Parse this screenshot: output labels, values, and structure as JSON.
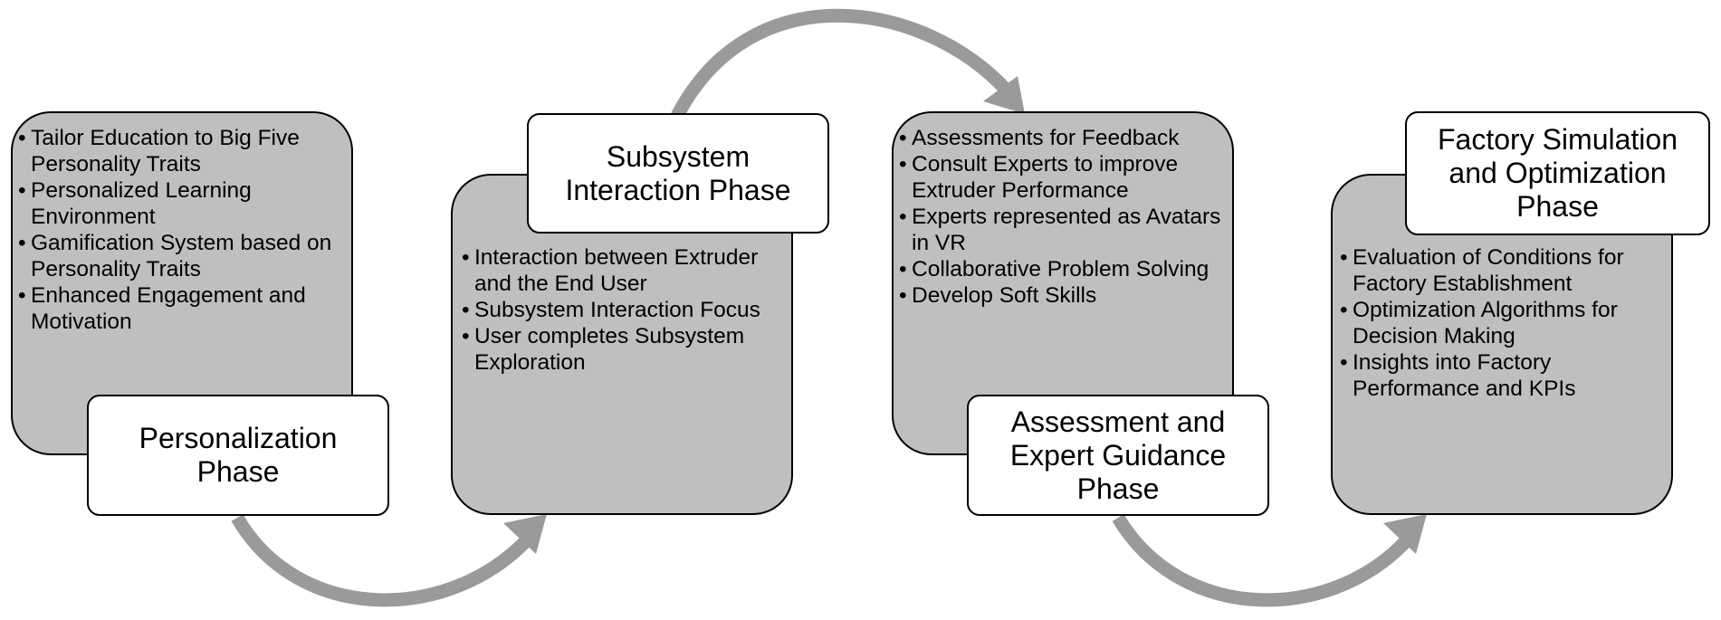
{
  "colors": {
    "box_fill": "#bfbfbf",
    "label_fill": "#ffffff",
    "border": "#000000",
    "arrow": "#9a9a9a"
  },
  "phases": [
    {
      "label": "Personalization\nPhase",
      "bullets": [
        "Tailor Education to Big Five Personality Traits",
        "Personalized Learning Environment",
        "Gamification System based on Personality Traits",
        "Enhanced Engagement and Motivation"
      ]
    },
    {
      "label": "Subsystem\nInteraction Phase",
      "bullets": [
        "Interaction between Extruder and the End User",
        "Subsystem Interaction Focus",
        "User completes Subsystem Exploration"
      ]
    },
    {
      "label": "Assessment and\nExpert Guidance\nPhase",
      "bullets": [
        "Assessments for Feedback",
        "Consult Experts to improve Extruder Performance",
        "Experts represented as Avatars in VR",
        "Collaborative Problem Solving",
        "Develop Soft Skills"
      ]
    },
    {
      "label": "Factory Simulation\nand Optimization\nPhase",
      "bullets": [
        "Evaluation of Conditions for Factory Establishment",
        "Optimization Algorithms for Decision Making",
        "Insights into Factory Performance and KPIs"
      ]
    }
  ]
}
